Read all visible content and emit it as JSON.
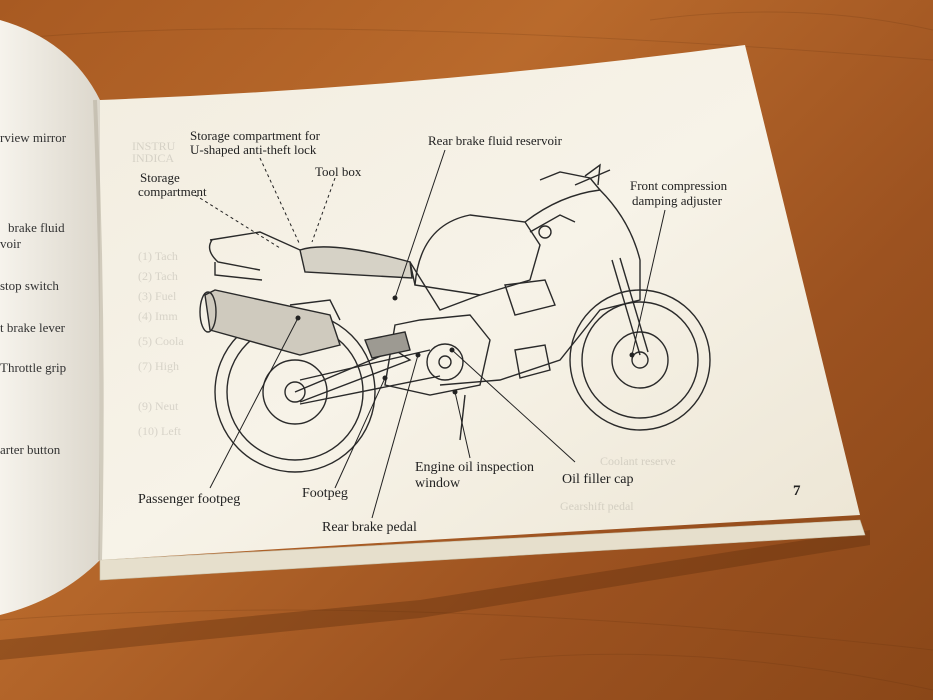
{
  "left_page": {
    "fragments": [
      "rview mirror",
      "brake fluid",
      "voir",
      "stop switch",
      "t brake lever",
      "Throttle grip",
      "arter button"
    ]
  },
  "right_page": {
    "labels": {
      "storage_compartment_for": "Storage compartment for",
      "u_shaped_lock": "U-shaped anti-theft lock",
      "storage_compartment_1": "Storage",
      "storage_compartment_2": "compartment",
      "tool_box": "Tool box",
      "rear_brake_fluid_reservoir": "Rear brake fluid reservoir",
      "front_compression_1": "Front compression",
      "front_compression_2": "damping adjuster",
      "passenger_footpeg": "Passenger footpeg",
      "footpeg": "Footpeg",
      "rear_brake_pedal": "Rear brake pedal",
      "engine_oil_inspection_1": "Engine oil inspection",
      "engine_oil_inspection_2": "window",
      "oil_filler_cap": "Oil filler cap"
    },
    "page_number": "7"
  },
  "colors": {
    "table_wood": "#a85a22",
    "page_paper": "#f4efe2",
    "ink": "#222222"
  }
}
